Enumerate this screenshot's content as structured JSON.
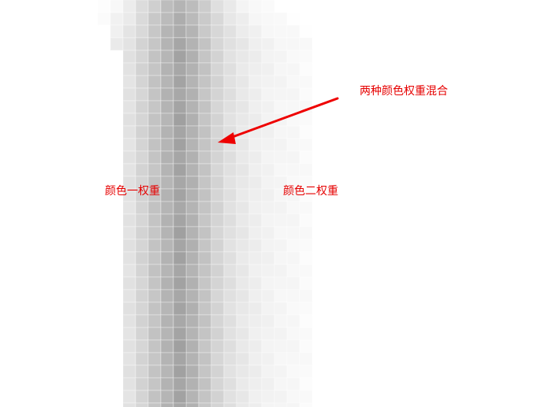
{
  "annotations": {
    "blend_label": "两种颜色权重混合",
    "color_one_weight": "颜色一权重",
    "color_two_weight": "颜色二权重",
    "text_color": "#e60000"
  },
  "arrow": {
    "color": "#ee0000"
  }
}
